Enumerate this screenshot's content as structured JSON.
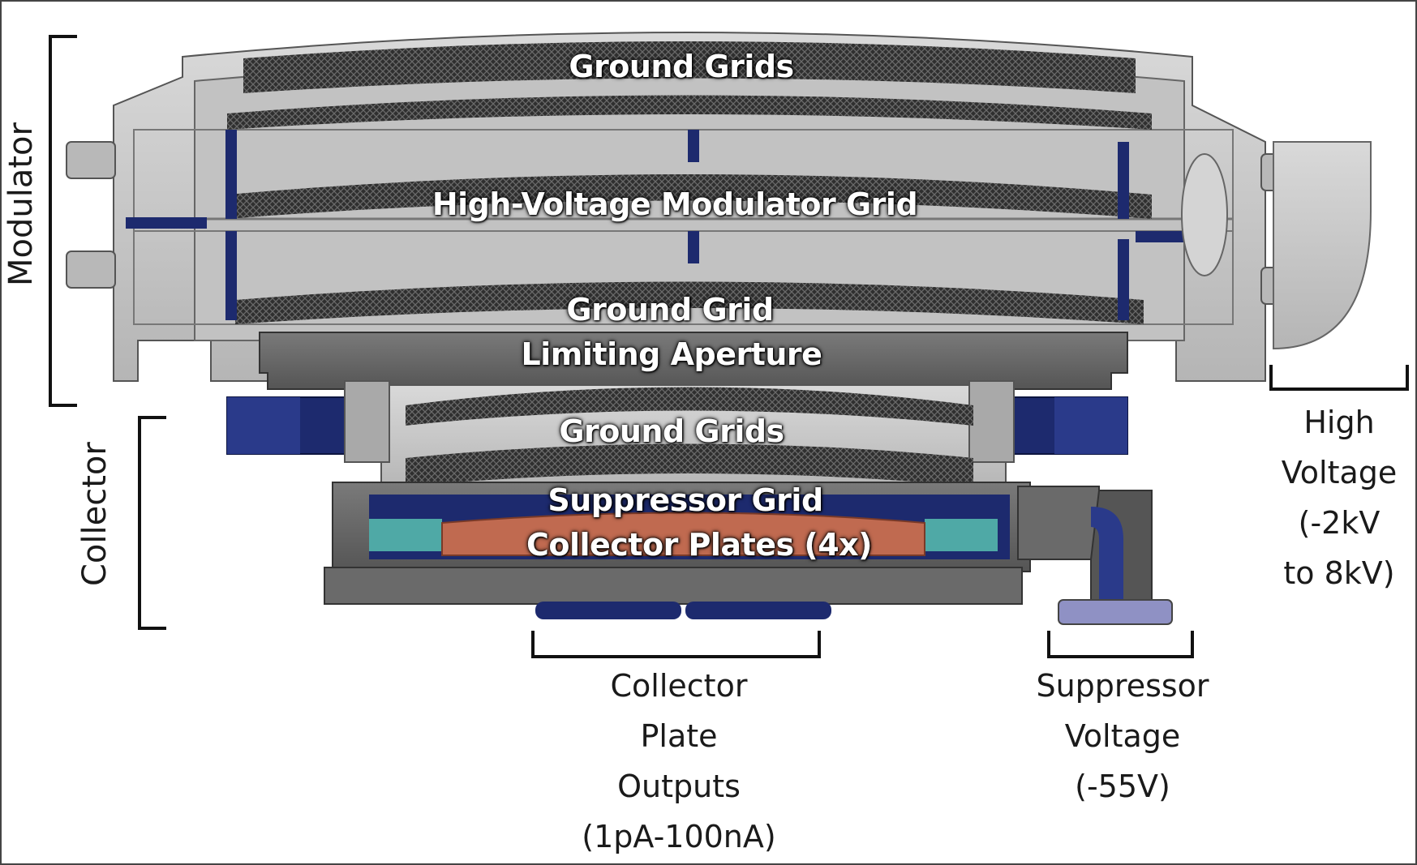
{
  "diagram": {
    "side_labels": {
      "modulator": "Modulator",
      "collector": "Collector"
    },
    "component_labels": {
      "ground_grids_top": "Ground Grids",
      "hv_modulator_grid": "High-Voltage Modulator Grid",
      "ground_grid": "Ground Grid",
      "limiting_aperture": "Limiting Aperture",
      "ground_grids_lower": "Ground Grids",
      "suppressor_grid": "Suppressor Grid",
      "collector_plates": "Collector Plates (4x)"
    },
    "outputs": {
      "high_voltage": [
        "High",
        "Voltage",
        "(-2kV",
        "to 8kV)"
      ],
      "collector_plate_outputs": [
        "Collector",
        "Plate",
        "Outputs",
        "(1pA-100nA)"
      ],
      "suppressor_voltage": [
        "Suppressor",
        "Voltage",
        "(-55V)"
      ]
    },
    "colors": {
      "housing_light": "#c9c9c9",
      "housing_dark": "#6d6d6d",
      "insulator_blue": "#1d2a6e",
      "grid_mesh": "#2e2e2e",
      "collector_plate": "#c06a50",
      "teal_ring": "#4fa9a6"
    }
  }
}
